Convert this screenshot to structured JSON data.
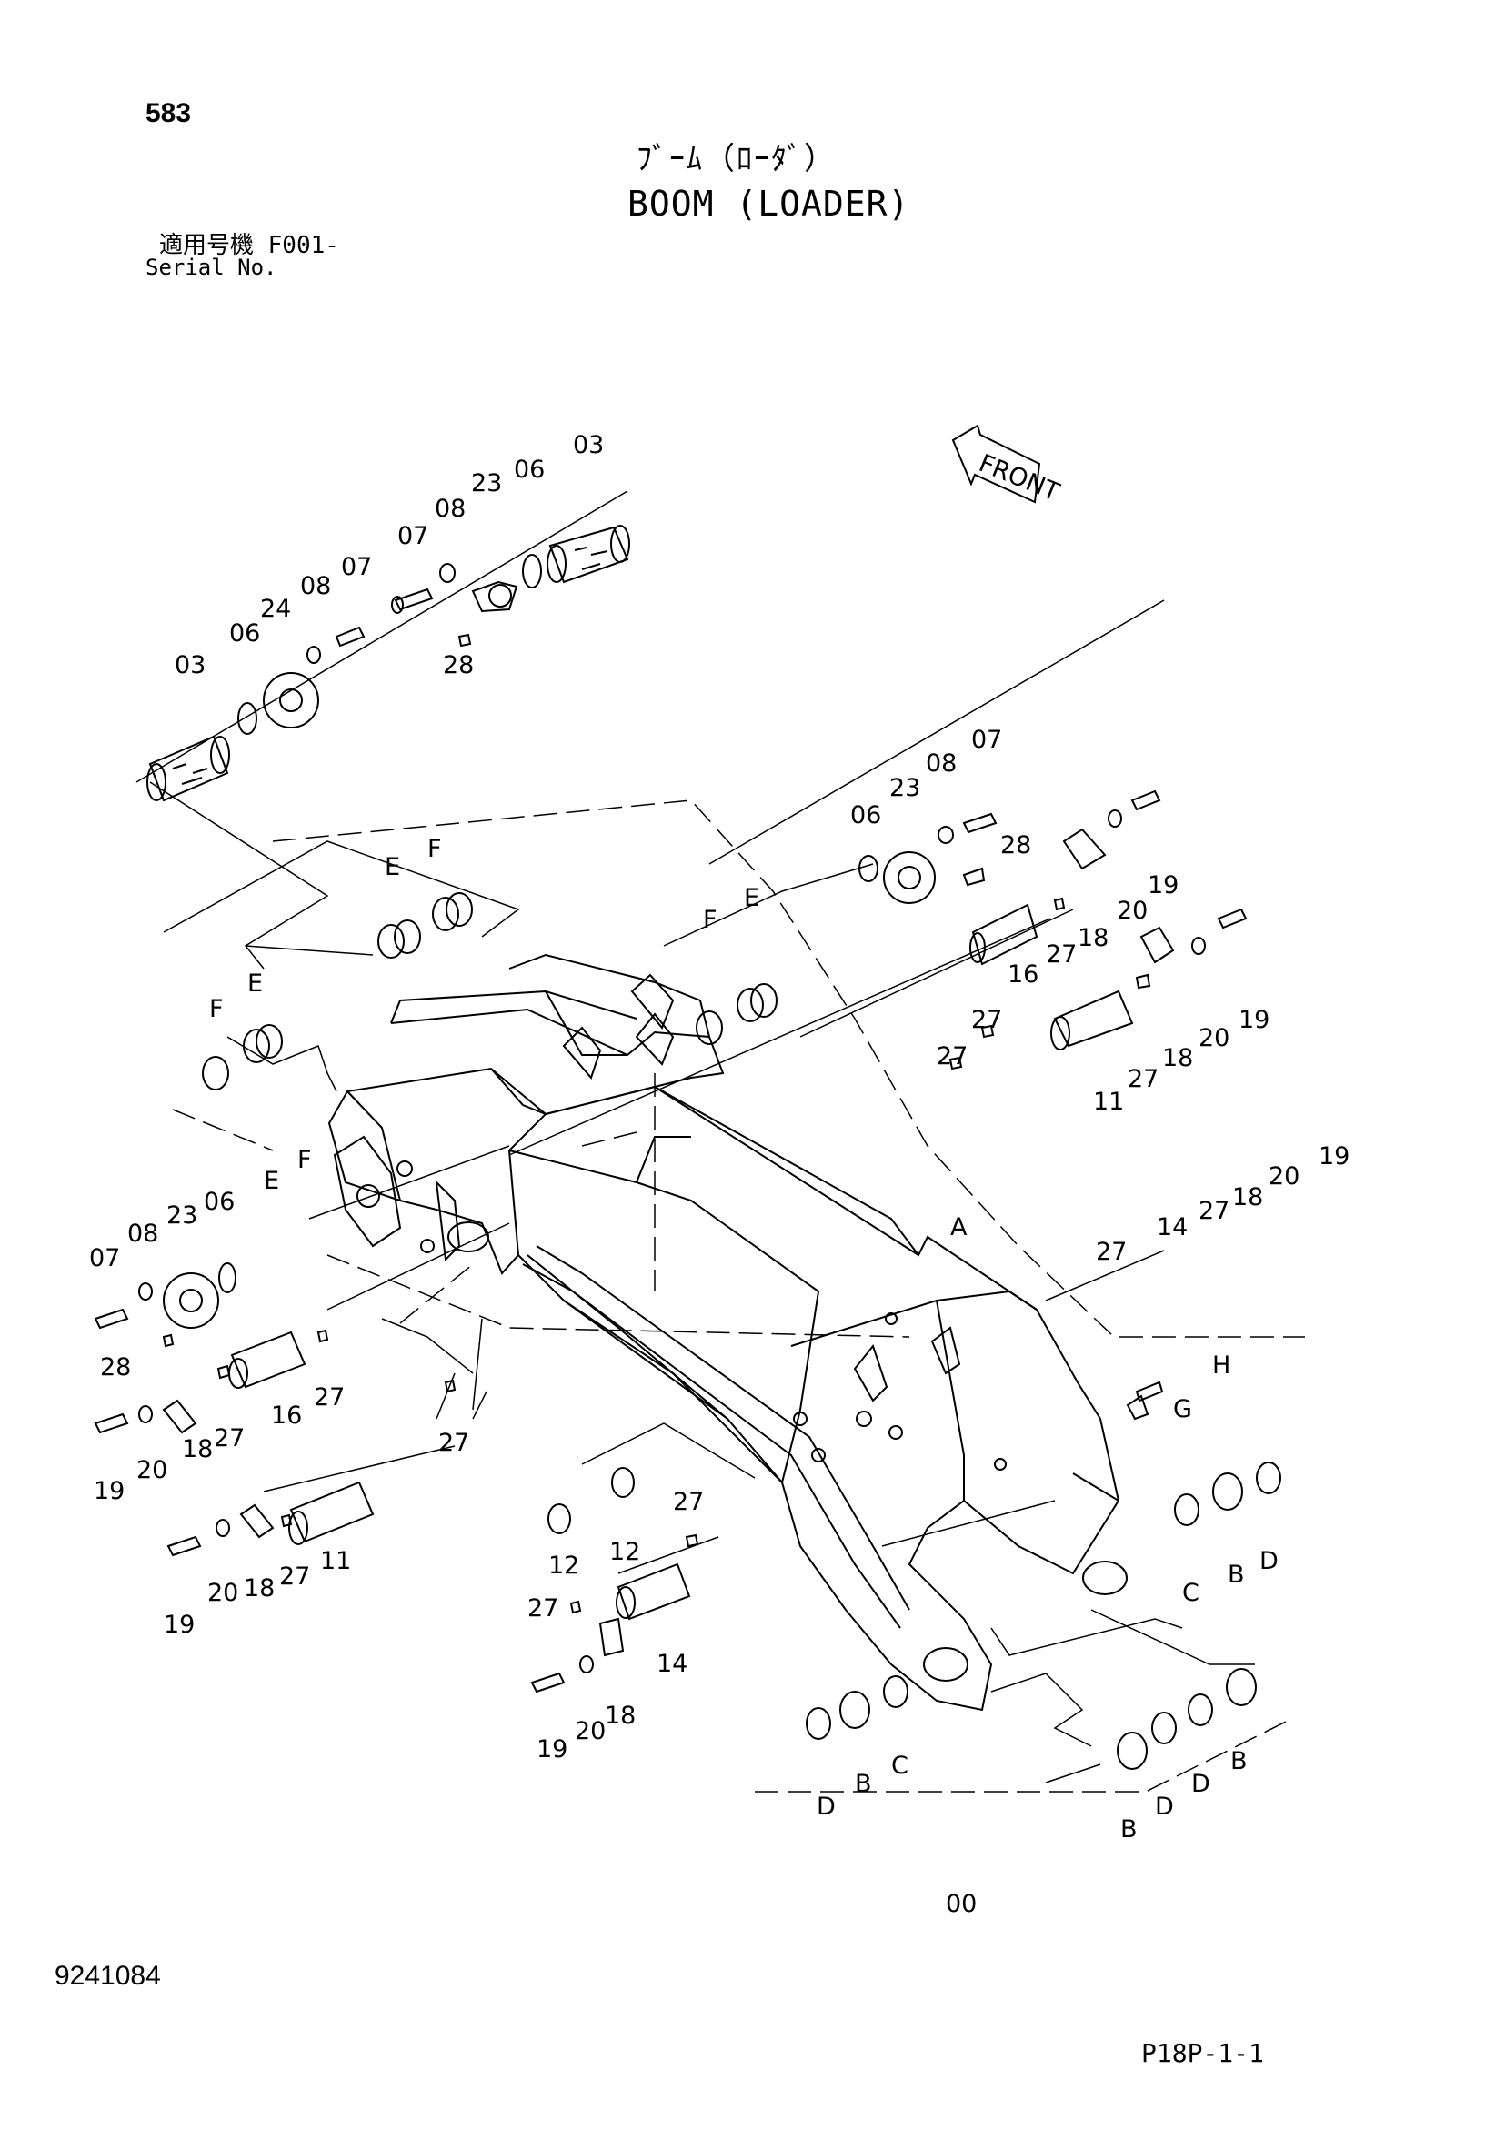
{
  "header": {
    "page_number": "583",
    "title_jp": "ﾌﾞｰﾑ（ﾛｰﾀﾞ）",
    "title_en": "BOOM (LOADER)",
    "serial_label_jp": "適用号機  F001-",
    "serial_label_en": "Serial No."
  },
  "diagram": {
    "front_marker": "FRONT",
    "callouts": [
      {
        "id": "c1",
        "label": "03"
      },
      {
        "id": "c2",
        "label": "06"
      },
      {
        "id": "c3",
        "label": "23"
      },
      {
        "id": "c4",
        "label": "08"
      },
      {
        "id": "c5",
        "label": "07"
      },
      {
        "id": "c6",
        "label": "28"
      },
      {
        "id": "c7",
        "label": "07"
      },
      {
        "id": "c8",
        "label": "08"
      },
      {
        "id": "c9",
        "label": "24"
      },
      {
        "id": "c10",
        "label": "06"
      },
      {
        "id": "c11",
        "label": "03"
      },
      {
        "id": "c12",
        "label": "E"
      },
      {
        "id": "c13",
        "label": "F"
      },
      {
        "id": "c14",
        "label": "F"
      },
      {
        "id": "c15",
        "label": "E"
      },
      {
        "id": "c16",
        "label": "F"
      },
      {
        "id": "c17",
        "label": "E"
      },
      {
        "id": "c18",
        "label": "07"
      },
      {
        "id": "c19",
        "label": "08"
      },
      {
        "id": "c20",
        "label": "23"
      },
      {
        "id": "c21",
        "label": "06"
      },
      {
        "id": "c22",
        "label": "28"
      },
      {
        "id": "c23",
        "label": "27"
      },
      {
        "id": "c24",
        "label": "16"
      },
      {
        "id": "c25",
        "label": "18"
      },
      {
        "id": "c26",
        "label": "20"
      },
      {
        "id": "c27",
        "label": "19"
      },
      {
        "id": "c28",
        "label": "27"
      },
      {
        "id": "c29",
        "label": "27"
      },
      {
        "id": "c30",
        "label": "11"
      },
      {
        "id": "c31",
        "label": "27"
      },
      {
        "id": "c32",
        "label": "18"
      },
      {
        "id": "c33",
        "label": "20"
      },
      {
        "id": "c34",
        "label": "19"
      },
      {
        "id": "c35",
        "label": "E"
      },
      {
        "id": "c36",
        "label": "F"
      },
      {
        "id": "c37",
        "label": "07"
      },
      {
        "id": "c38",
        "label": "08"
      },
      {
        "id": "c39",
        "label": "23"
      },
      {
        "id": "c40",
        "label": "06"
      },
      {
        "id": "c41",
        "label": "28"
      },
      {
        "id": "c42",
        "label": "16"
      },
      {
        "id": "c43",
        "label": "27"
      },
      {
        "id": "c44",
        "label": "27"
      },
      {
        "id": "c45",
        "label": "27"
      },
      {
        "id": "c46",
        "label": "19"
      },
      {
        "id": "c47",
        "label": "20"
      },
      {
        "id": "c48",
        "label": "18"
      },
      {
        "id": "c49",
        "label": "A"
      },
      {
        "id": "c50",
        "label": "19"
      },
      {
        "id": "c51",
        "label": "20"
      },
      {
        "id": "c52",
        "label": "18"
      },
      {
        "id": "c53",
        "label": "27"
      },
      {
        "id": "c54",
        "label": "14"
      },
      {
        "id": "c55",
        "label": "27"
      },
      {
        "id": "c56",
        "label": "H"
      },
      {
        "id": "c57",
        "label": "G"
      },
      {
        "id": "c58",
        "label": "12"
      },
      {
        "id": "c59",
        "label": "12"
      },
      {
        "id": "c60",
        "label": "27"
      },
      {
        "id": "c61",
        "label": "27"
      },
      {
        "id": "c62",
        "label": "14"
      },
      {
        "id": "c63",
        "label": "19"
      },
      {
        "id": "c64",
        "label": "20"
      },
      {
        "id": "c65",
        "label": "18"
      },
      {
        "id": "c66",
        "label": "11"
      },
      {
        "id": "c67",
        "label": "27"
      },
      {
        "id": "c68",
        "label": "18"
      },
      {
        "id": "c69",
        "label": "20"
      },
      {
        "id": "c70",
        "label": "19"
      },
      {
        "id": "c71",
        "label": "D"
      },
      {
        "id": "c72",
        "label": "B"
      },
      {
        "id": "c73",
        "label": "C"
      },
      {
        "id": "c74",
        "label": "D"
      },
      {
        "id": "c75",
        "label": "B"
      },
      {
        "id": "c76",
        "label": "C"
      },
      {
        "id": "c77",
        "label": "B"
      },
      {
        "id": "c78",
        "label": "D"
      },
      {
        "id": "c79",
        "label": "D"
      },
      {
        "id": "c80",
        "label": "B"
      },
      {
        "id": "c81",
        "label": "00"
      }
    ]
  },
  "footer": {
    "drawing_id": "9241084",
    "sheet_id": "P18P-1-1"
  }
}
